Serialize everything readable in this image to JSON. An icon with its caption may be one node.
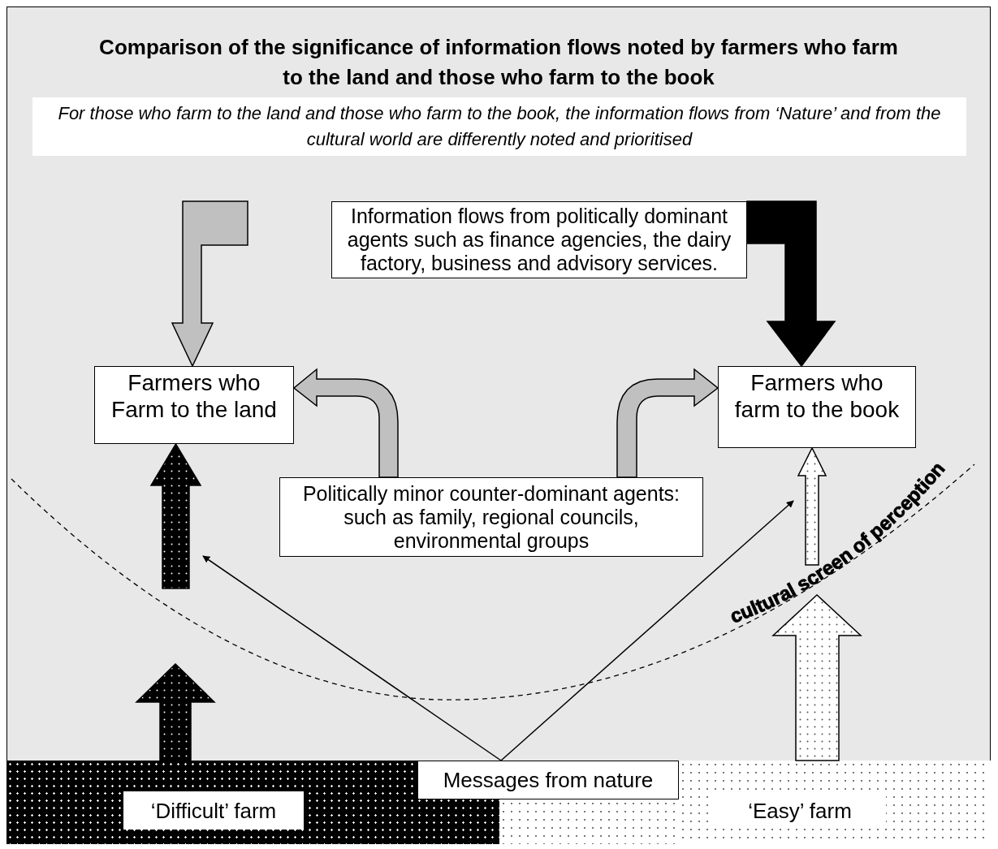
{
  "diagram": {
    "title": "Comparison of the significance of information flows noted by farmers who farm to the land and those who farm to the book",
    "nodes": [
      {
        "text": [
          "For those who farm to the land and those who farm to the book, the information flows from ‘Nature’ and from the cultural world are differently noted and prioritised"
        ]
      },
      {
        "text": [
          "Information flows from politically dominant agents such as finance agencies, the dairy factory, business and advisory services."
        ]
      },
      {
        "text": [
          "Farmers who Farm to the land"
        ]
      },
      {
        "text": [
          "Farmers who farm to the book"
        ]
      },
      {
        "text": [
          "Politically minor counter-dominant agents: such as family, regional councils, environmental groups"
        ]
      },
      {
        "text": [
          "Messages from nature"
        ]
      },
      {
        "text": [
          "‘Difficult’ farm"
        ]
      },
      {
        "text": [
          "‘Easy’ farm"
        ]
      }
    ],
    "edges": [
      {
        "from": 1,
        "to": 2,
        "arrow": "to",
        "style": "thick",
        "color": "#c0c0c0"
      },
      {
        "from": 1,
        "to": 3,
        "arrow": "to",
        "style": "thick",
        "color": "#000000"
      },
      {
        "from": 4,
        "to": 2,
        "arrow": "to",
        "style": "thick",
        "color": "#c0c0c0"
      },
      {
        "from": 4,
        "to": 3,
        "arrow": "to",
        "style": "thick",
        "color": "#c0c0c0"
      },
      {
        "from": 6,
        "to": null,
        "arrow": "to",
        "style": "thick",
        "color": "#000000"
      },
      {
        "from": null,
        "to": 2,
        "arrow": "to",
        "style": "thick",
        "color": "#000000"
      },
      {
        "from": 7,
        "to": null,
        "arrow": "to",
        "style": "thick",
        "color": "#ffffff"
      },
      {
        "from": null,
        "to": 3,
        "arrow": "to",
        "style": "thick",
        "color": "#ffffff"
      },
      {
        "from": 5,
        "to": null,
        "arrow": "to"
      },
      {
        "from": 5,
        "to": null,
        "arrow": "to"
      }
    ],
    "labels": [
      "cultural",
      "screen",
      "of",
      "perception"
    ]
  }
}
